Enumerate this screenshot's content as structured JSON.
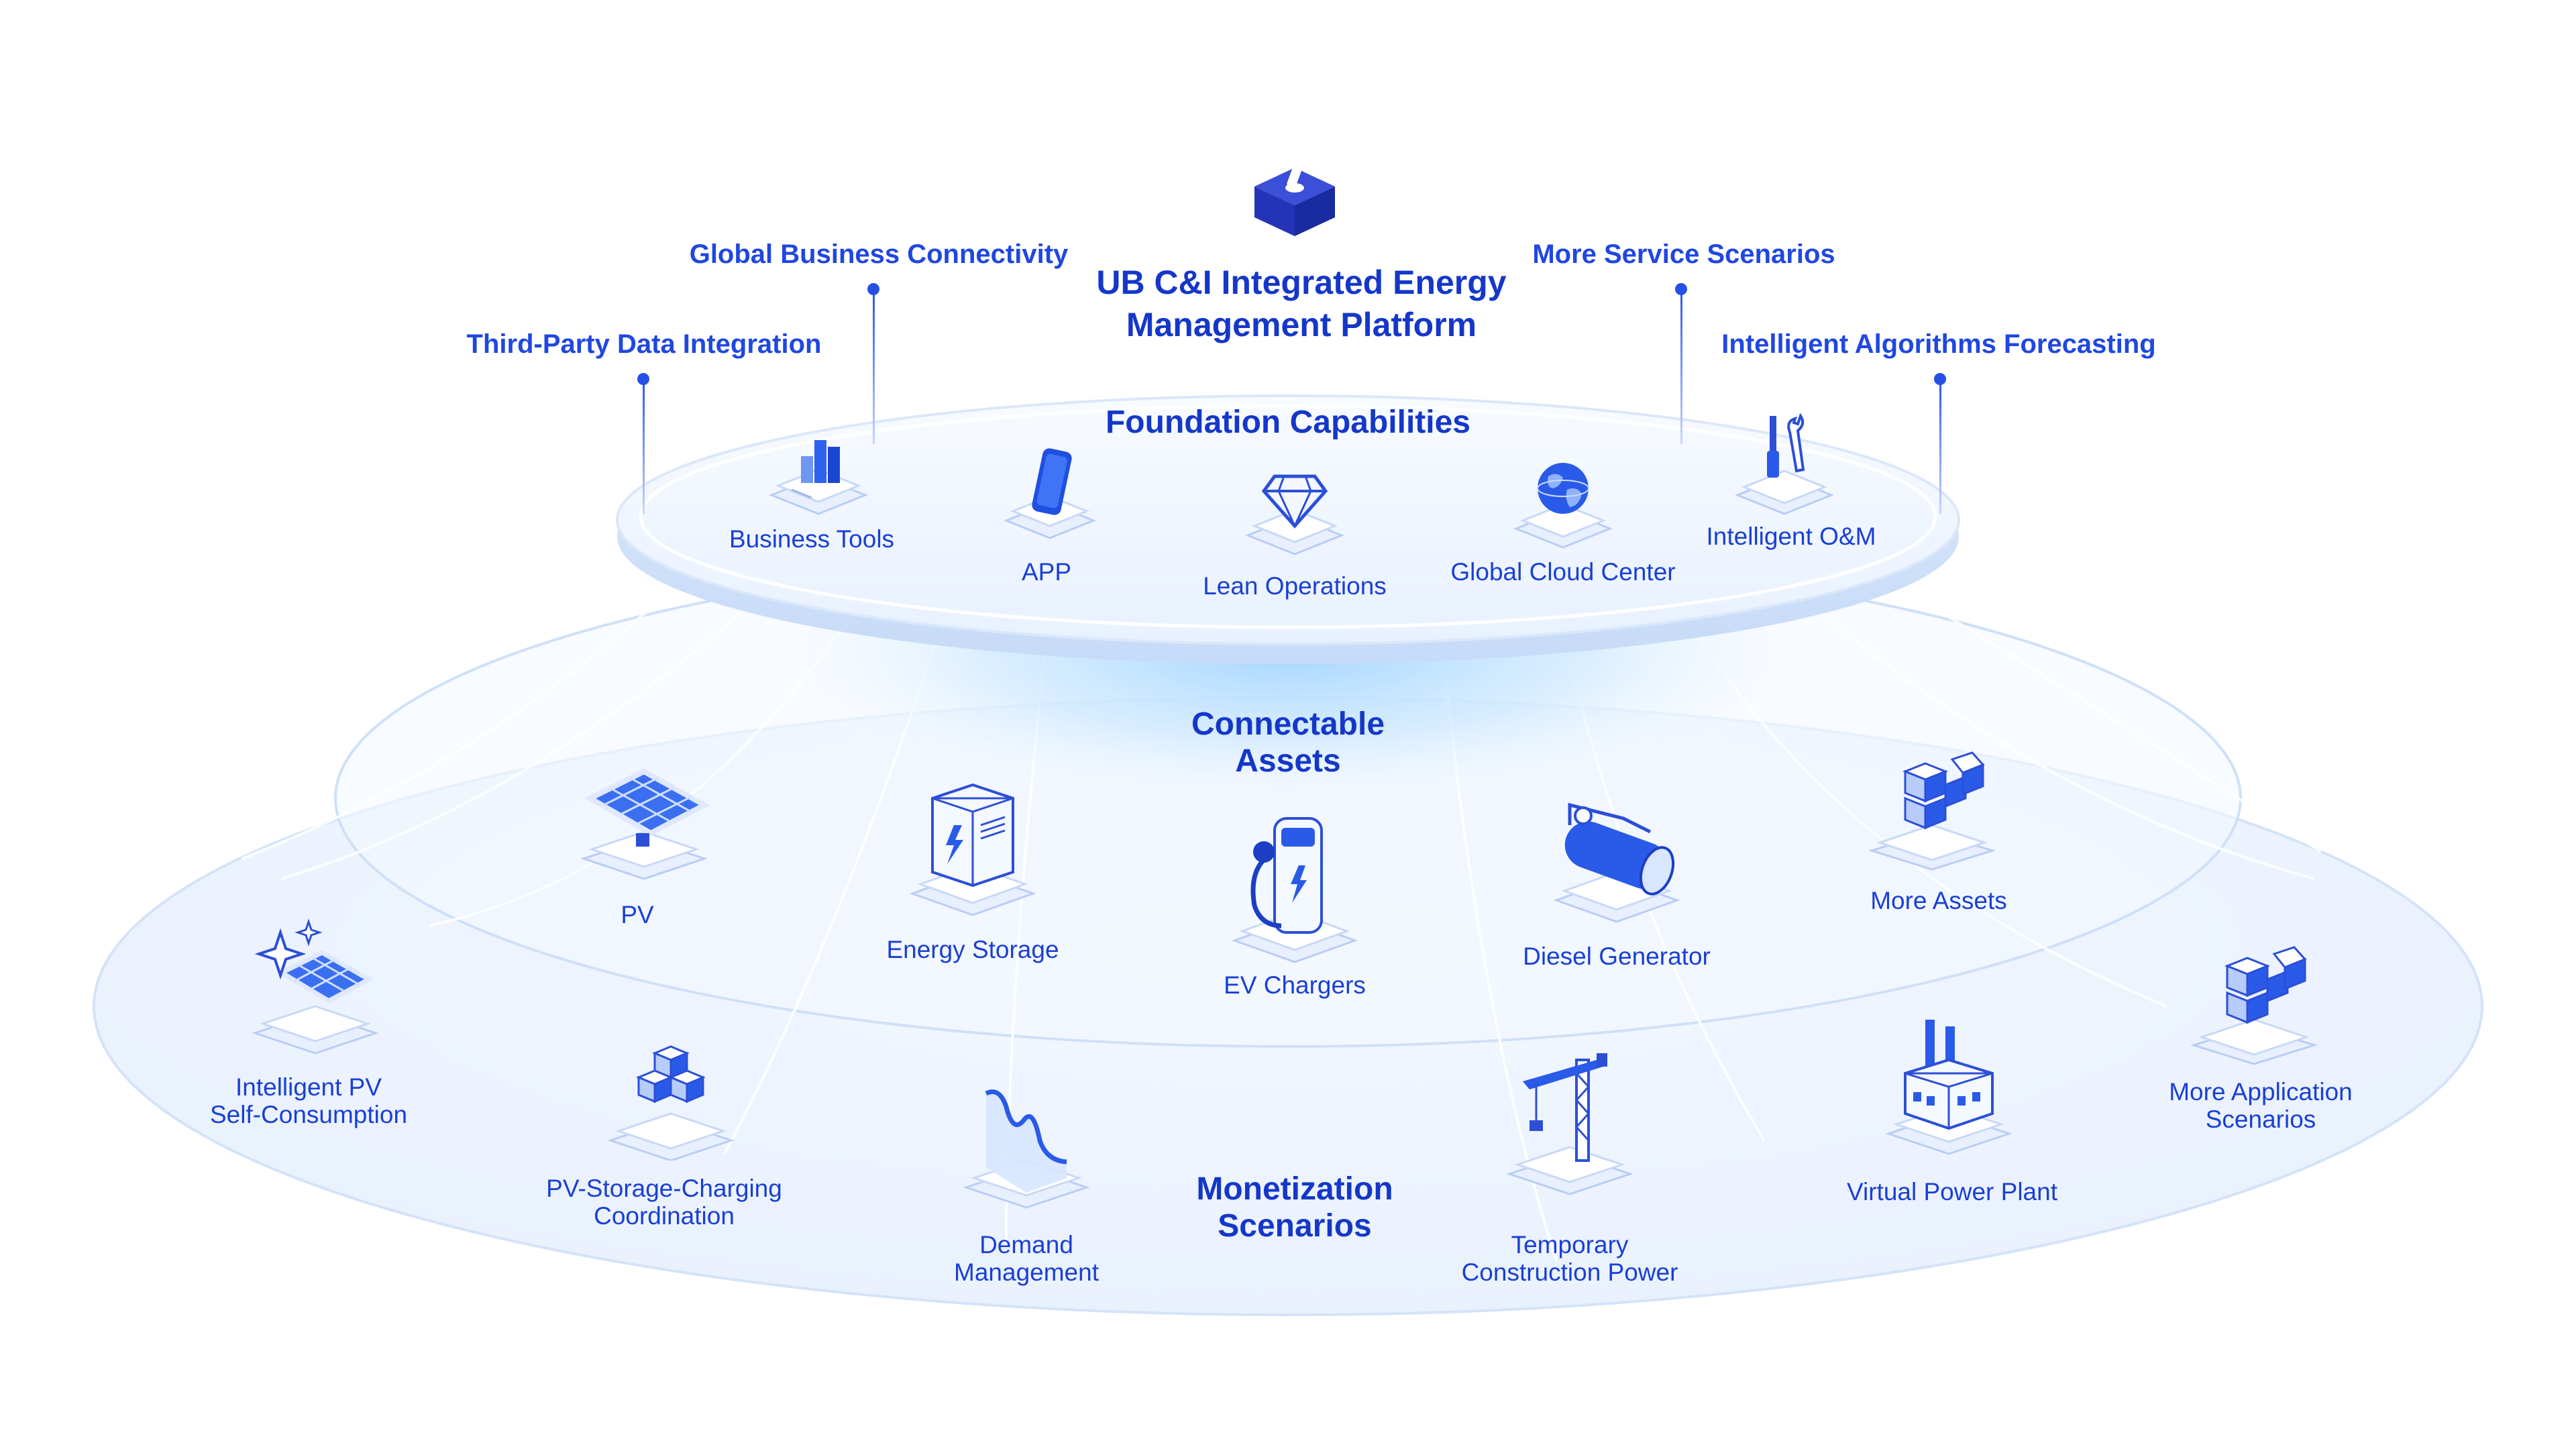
{
  "platform": {
    "title_line1": "UB C&I Integrated Energy",
    "title_line2": "Management Platform",
    "logo_icon": "platform-box-icon"
  },
  "features": {
    "third_party": "Third-Party Data Integration",
    "global_business": "Global Business Connectivity",
    "more_service": "More Service Scenarios",
    "intelligent_algorithms": "Intelligent Algorithms Forecasting"
  },
  "foundation": {
    "title": "Foundation Capabilities",
    "items": [
      {
        "label": "Business Tools",
        "icon": "bar-chart-icon"
      },
      {
        "label": "APP",
        "icon": "phone-icon"
      },
      {
        "label": "Lean Operations",
        "icon": "diamond-icon"
      },
      {
        "label": "Global Cloud Center",
        "icon": "globe-icon"
      },
      {
        "label": "Intelligent O&M",
        "icon": "tools-icon"
      }
    ]
  },
  "assets": {
    "title_line1": "Connectable",
    "title_line2": "Assets",
    "items": [
      {
        "label": "PV",
        "icon": "solar-panel-icon"
      },
      {
        "label": "Energy Storage",
        "icon": "battery-cabinet-icon"
      },
      {
        "label": "EV Chargers",
        "icon": "ev-charger-icon"
      },
      {
        "label": "Diesel Generator",
        "icon": "generator-icon"
      },
      {
        "label": "More Assets",
        "icon": "cubes-icon"
      }
    ]
  },
  "monetization": {
    "title_line1": "Monetization",
    "title_line2": "Scenarios",
    "items": [
      {
        "line1": "Intelligent PV",
        "line2": "Self-Consumption",
        "icon": "smart-solar-icon"
      },
      {
        "line1": "PV-Storage-Charging",
        "line2": "Coordination",
        "icon": "stacked-cubes-icon"
      },
      {
        "line1": "Demand",
        "line2": "Management",
        "icon": "demand-curve-icon"
      },
      {
        "line1": "Temporary",
        "line2": "Construction Power",
        "icon": "crane-icon"
      },
      {
        "line1": "Virtual Power Plant",
        "line2": "",
        "icon": "factory-icon"
      },
      {
        "line1": "More Application",
        "line2": "Scenarios",
        "icon": "cubes-icon"
      }
    ]
  },
  "colors": {
    "primary": "#1537c9",
    "accent": "#2550e6",
    "platform_fill": "#eef4ff",
    "glow": "#bfe0ff"
  }
}
